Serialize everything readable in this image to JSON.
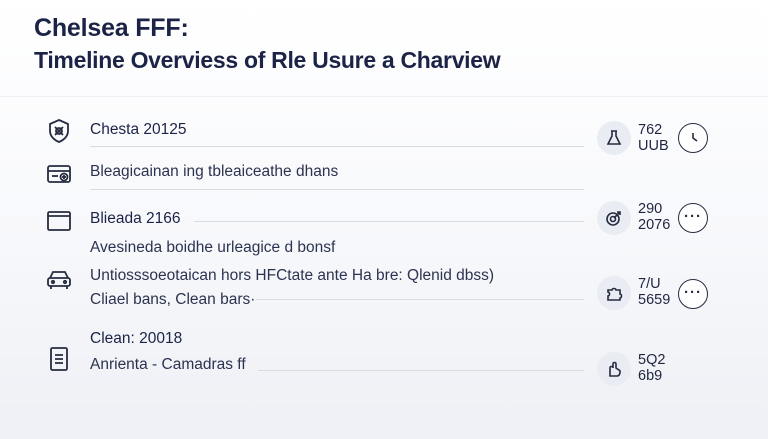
{
  "header": {
    "title": "Chelsea FFF:",
    "subtitle": "Timeline Overviess of Rle Usure a Charview"
  },
  "rows": [
    {
      "icon": "crest-icon",
      "lines": [
        "Chesta 20125"
      ],
      "values": [
        "762",
        "UUB"
      ],
      "badge_icon": "flask-icon",
      "action_icon": "clock-icon"
    },
    {
      "icon": "window-plus-icon",
      "lines": [
        "Bleagicainan ing tbleaiceathe dhans"
      ]
    },
    {
      "icon": "folder-icon",
      "lines": [
        "Blieada 2166",
        "Avesineda boidhe urleagice d bonsf"
      ],
      "values": [
        "290",
        "2076"
      ],
      "badge_icon": "target-icon",
      "action_icon": "more-icon"
    },
    {
      "icon": "car-icon",
      "lines": [
        "Untiosssoeotaican hors HFCtate ante Ha bre: Qlenid dbss)",
        "Cliael bans, Clean bars·"
      ],
      "values": [
        "7/U",
        "5659"
      ],
      "badge_icon": "puzzle-icon",
      "action_icon": "more-icon"
    },
    {
      "icon": "document-icon",
      "lines": [
        "Clean: 20018",
        "Anrienta - Camadras ff"
      ],
      "values": [
        "5Q2",
        "6b9"
      ],
      "badge_icon": "hand-icon"
    }
  ],
  "colors": {
    "navy": "#1b2347",
    "rule": "#d7dbe4",
    "badge_bg": "#e9ecf2"
  }
}
